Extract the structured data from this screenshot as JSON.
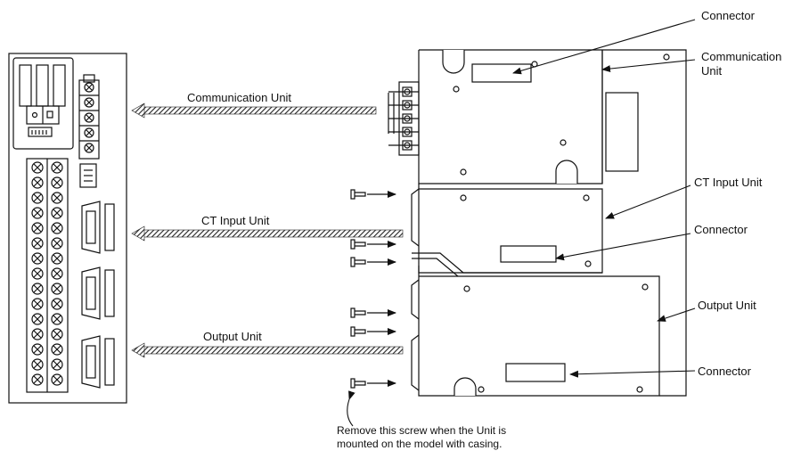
{
  "labels": {
    "left_communication_unit": "Communication Unit",
    "left_ct_input_unit": "CT Input Unit",
    "left_output_unit": "Output Unit",
    "connector_top": "Connector",
    "communication_unit_line1": "Communication",
    "communication_unit_line2": "Unit",
    "ct_input_unit": "CT Input Unit",
    "connector_mid": "Connector",
    "output_unit": "Output Unit",
    "connector_bottom": "Connector"
  },
  "note": {
    "line1": "Remove this screw when the Unit is",
    "line2": "mounted on the model with casing."
  },
  "colors": {
    "line": "#111111",
    "background": "#ffffff",
    "hatch": "#222222"
  }
}
